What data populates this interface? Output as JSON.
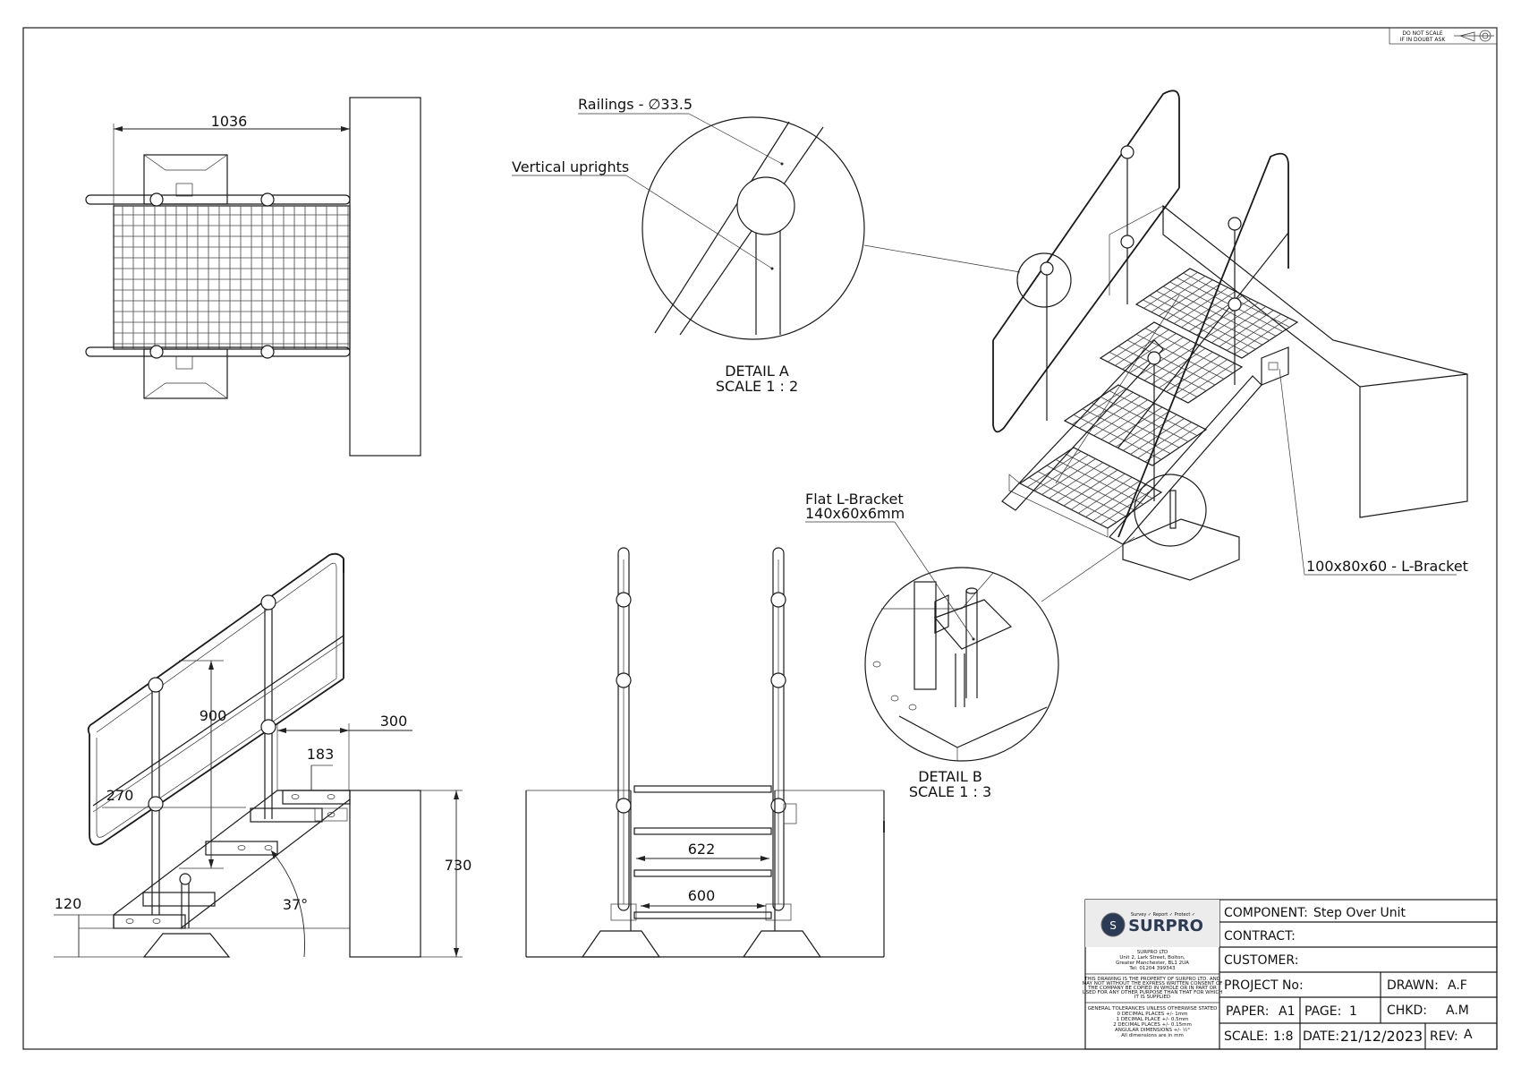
{
  "stamp": {
    "line1": "DO NOT SCALE",
    "line2": "IF IN DOUBT ASK"
  },
  "annotations": {
    "railings": "Railings - ∅33.5",
    "vertical_uprights": "Vertical uprights",
    "flat_l_bracket_line1": "Flat L-Bracket",
    "flat_l_bracket_line2": "140x60x6mm",
    "l_bracket_100": "100x80x60 - L-Bracket"
  },
  "details": {
    "a_title": "DETAIL A",
    "a_scale": "SCALE 1 : 2",
    "b_title": "DETAIL B",
    "b_scale": "SCALE 1 : 3"
  },
  "dimensions": {
    "top_width": "1036",
    "rail_height": "900",
    "going": "300",
    "rise": "183",
    "nosing": "270",
    "base": "120",
    "angle": "37°",
    "height": "730",
    "width_outer": "622",
    "width_inner": "600"
  },
  "logo": {
    "tagline": "Survey ✓  Report ✓  Protect ✓",
    "brand": "SURPRO"
  },
  "company": {
    "name": "SURPRO LTD",
    "address1": "Unit 2, Lark Street, Bolton,",
    "address2": "Greater Manchester, BL1 2UA",
    "tel": "Tel: 01204 399343"
  },
  "legal": [
    "THIS DRAWING IS THE PROPERTY OF SURPRO LTD. AND",
    "MAY NOT WITHOUT THE EXPRESS WRITTEN CONSENT OF",
    "THE COMPANY BE COPIED IN WHOLE OR IN PART OR",
    "USED FOR ANY OTHER PURPOSE THAN THAT FOR WHICH",
    "IT IS SUPPLIED"
  ],
  "tolerances": [
    "GENERAL TOLERANCES UNLESS OTHERWISE STATED",
    "0 DECIMAL PLACES +/- 1mm",
    "1 DECIMAL PLACE +/- 0.5mm",
    "2 DECIMAL PLACES +/- 0.15mm",
    "ANGULAR DIMENSIONS +/- ½°",
    "All dimensions are in mm"
  ],
  "title_block": {
    "component_label": "COMPONENT:",
    "component_value": "Step Over Unit",
    "contract_label": "CONTRACT:",
    "customer_label": "CUSTOMER:",
    "project_label": "PROJECT No:",
    "drawn_label": "DRAWN:",
    "drawn_value": "A.F",
    "paper_label": "PAPER:",
    "paper_value": "A1",
    "page_label": "PAGE:",
    "page_value": "1",
    "chkd_label": "CHKD:",
    "chkd_value": "A.M",
    "scale_label": "SCALE:",
    "scale_value": "1:8",
    "date_label": "DATE:",
    "date_value": "21/12/2023",
    "rev_label": "REV:",
    "rev_value": "A"
  }
}
